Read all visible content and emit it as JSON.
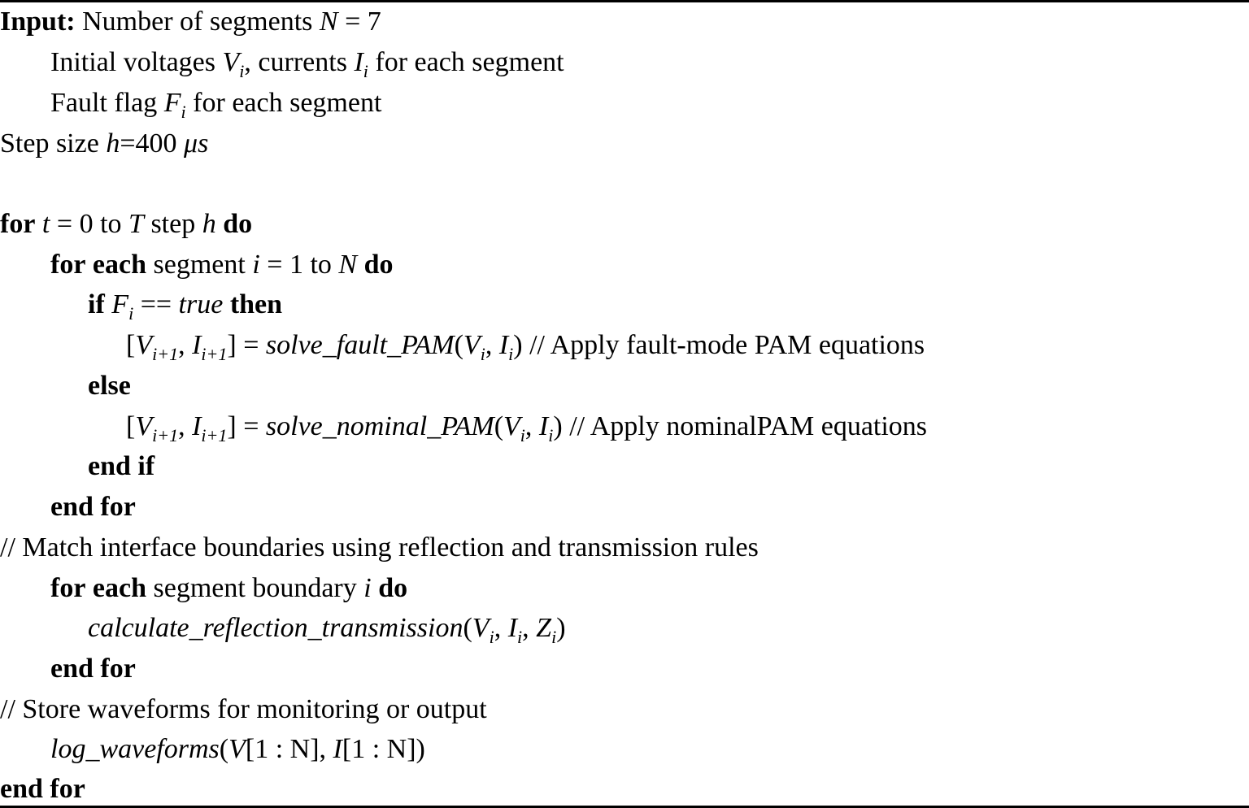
{
  "algorithm": {
    "input_label": "Input:",
    "lines": [
      {
        "id": "l1",
        "indent": 0,
        "text": "Input: Number of segments N = 7"
      },
      {
        "id": "l2",
        "indent": 1,
        "text": "Initial voltages V_i, currents I_i for each segment"
      },
      {
        "id": "l3",
        "indent": 1,
        "text": "Fault flag F_i for each segment"
      },
      {
        "id": "l4",
        "indent": 0,
        "text": "Step size h=400 μs"
      },
      {
        "id": "l5",
        "indent": 0,
        "text": ""
      },
      {
        "id": "l6",
        "indent": 0,
        "text": "for t = 0 to T step h do"
      },
      {
        "id": "l7",
        "indent": 1,
        "text": "for each segment i = 1 to N do"
      },
      {
        "id": "l8",
        "indent": 2,
        "text": "if F_i == true then"
      },
      {
        "id": "l9",
        "indent": 3,
        "text": "[V_{i+1}, I_{i+1}] = solve_fault_PAM(V_i, I_i) // Apply fault-mode PAM equations"
      },
      {
        "id": "l10",
        "indent": 2,
        "text": "else"
      },
      {
        "id": "l11",
        "indent": 3,
        "text": "[V_{i+1}, I_{i+1}] = solve_nominal_PAM(V_i, I_i) // Apply nominalPAM equations"
      },
      {
        "id": "l12",
        "indent": 2,
        "text": "end if"
      },
      {
        "id": "l13",
        "indent": 1,
        "text": "end for"
      },
      {
        "id": "l14",
        "indent": 0,
        "text": "// Match interface boundaries using reflection and transmission rules"
      },
      {
        "id": "l15",
        "indent": 1,
        "text": "for each segment boundary i do"
      },
      {
        "id": "l16",
        "indent": 2,
        "text": "calculate_reflection_transmission(V_i, I_i, Z_i)"
      },
      {
        "id": "l17",
        "indent": 1,
        "text": "end for"
      },
      {
        "id": "l18",
        "indent": 0,
        "text": "// Store waveforms for monitoring or output"
      },
      {
        "id": "l19",
        "indent": 1,
        "text": "log_waveforms(V[1 : N], I[1 : N])"
      },
      {
        "id": "l20",
        "indent": 0,
        "text": "end for"
      }
    ],
    "tokens": {
      "num_segments_text": "Number of segments",
      "N": "N",
      "eq": " = ",
      "seven": "7",
      "initial_voltages": "Initial voltages",
      "V": "V",
      "i": "i",
      "comma_currents": ", currents",
      "I": "I",
      "for_each_segment": "for each segment",
      "fault_flag": "Fault flag",
      "F": "F",
      "step_size": "Step size",
      "h": "h",
      "h_value": "=400",
      "mu_s": "μs",
      "kw_for": "for",
      "t": "t",
      "zero": "0",
      "to": "to",
      "T": "T",
      "step": "step",
      "kw_do": "do",
      "kw_each": "each",
      "segment": "segment",
      "one": "1",
      "kw_if": "if",
      "eqeq": " == ",
      "true_val": "true",
      "kw_then": "then",
      "i_plus_1": "i+1",
      "solve_fault": "solve_fault_PAM",
      "comment_fault": "// Apply fault-mode PAM equations",
      "kw_else": "else",
      "solve_nominal": "solve_nominal_PAM",
      "comment_nominal": "// Apply nominalPAM equations",
      "kw_end_if": "end if",
      "kw_end_for": "end for",
      "comment_match": "// Match interface boundaries using reflection and transmission rules",
      "segment_boundary": "segment boundary",
      "calc_rt": "calculate_reflection_transmission",
      "Z": "Z",
      "comment_store": "// Store waveforms for monitoring or output",
      "log_wf": "log_waveforms",
      "range_1N": "[1 : N]"
    }
  },
  "colors": {
    "text": "#000000",
    "background": "#ffffff",
    "rule": "#000000"
  }
}
